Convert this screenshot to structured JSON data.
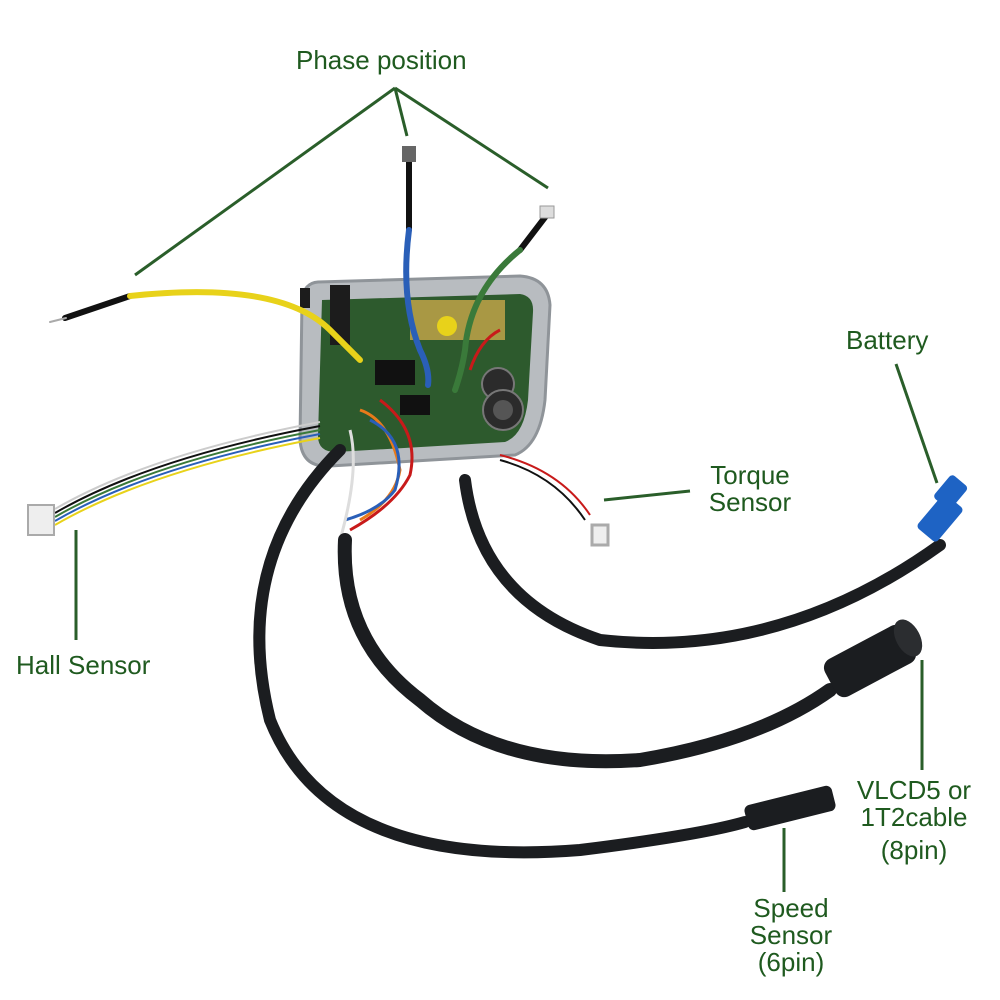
{
  "labels": {
    "phase_position": "Phase position",
    "battery": "Battery",
    "torque_line1": "Torque",
    "torque_line2": "Sensor",
    "hall_sensor": "Hall Sensor",
    "vlcd_line1": "VLCD5 or",
    "vlcd_line2": "1T2cable",
    "vlcd_line3": "(8pin)",
    "speed_line1": "Speed",
    "speed_line2": "Sensor",
    "speed_line3": "(6pin)"
  },
  "colors": {
    "label_text": "#1f5a1f",
    "leader_line": "#2a5e2a",
    "cable": "#1b1d20",
    "housing": "#b8bcc0",
    "pcb": "#2d5a2d",
    "connector_blue": "#1e63c4",
    "wire_yellow": "#e8d21a",
    "wire_blue": "#2a5fb8",
    "wire_green": "#3a7a3a"
  }
}
